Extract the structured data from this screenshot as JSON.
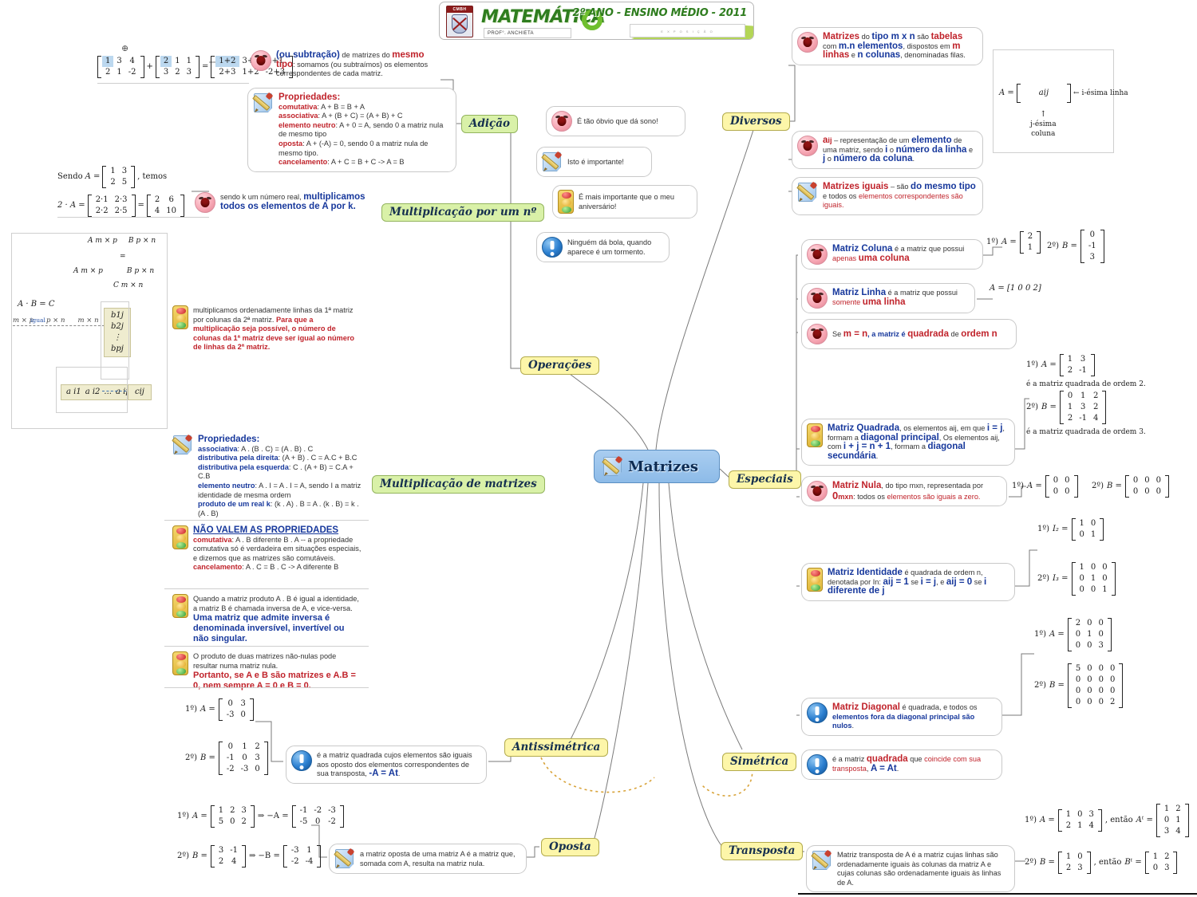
{
  "header": {
    "crest_caption": "CMBH",
    "subject": "MATEMÁTICA",
    "professor": "PROF°. ANCHIETA",
    "course": "2º ANO - ENSINO MÉDIO - 2011",
    "slot_caption": "E X P O S I Ç Ã O"
  },
  "central": {
    "title": "Matrizes",
    "icon": "pencil-note-icon"
  },
  "branches": {
    "adicao": "Adição",
    "multiplicacao_numero": "Multiplicação por um nº",
    "multiplicacao_matrizes": "Multiplicação de matrizes",
    "operacoes": "Operações",
    "diversos": "Diversos",
    "especiais": "Especiais",
    "antissimetrica": "Antissimétrica",
    "simetrica": "Simétrica",
    "oposta": "Oposta",
    "transposta": "Transposta"
  },
  "legend": [
    {
      "icon": "yawning-face-icon",
      "text": "É tão óbvio que dá sono!"
    },
    {
      "icon": "pencil-note-icon",
      "text": "Isto é importante!"
    },
    {
      "icon": "traffic-light-icon",
      "text": "É mais importante que o meu aniversário!"
    },
    {
      "icon": "exclamation-icon",
      "text": "Ninguém dá bola, quando aparece é um tormento."
    }
  ],
  "diversos": {
    "note_tabelas": {
      "icon": "yawning-face-icon",
      "parts": [
        {
          "t": "Matrizes",
          "s": "rb big"
        },
        {
          "t": " do ",
          "s": ""
        },
        {
          "t": "tipo m x n",
          "s": "bb big"
        },
        {
          "t": " são ",
          "s": ""
        },
        {
          "t": "tabelas",
          "s": "rb big"
        },
        {
          "t": " com ",
          "s": ""
        },
        {
          "t": "m.n elementos",
          "s": "bb big"
        },
        {
          "t": ", dispostos em ",
          "s": ""
        },
        {
          "t": "m linhas",
          "s": "rb big"
        },
        {
          "t": " e ",
          "s": ""
        },
        {
          "t": "n colunas",
          "s": "bb big"
        },
        {
          "t": ", denominadas filas.",
          "s": ""
        }
      ]
    },
    "note_aij": {
      "icon": "yawning-face-icon",
      "parts": [
        {
          "t": "a",
          "s": "rb big"
        },
        {
          "t": "ij",
          "s": "rb"
        },
        {
          "t": " – representação de um ",
          "s": ""
        },
        {
          "t": "elemento",
          "s": "bb big"
        },
        {
          "t": " de uma matriz, sendo ",
          "s": ""
        },
        {
          "t": "i",
          "s": "bb big"
        },
        {
          "t": " o ",
          "s": ""
        },
        {
          "t": "número da linha",
          "s": "bb big"
        },
        {
          "t": " e ",
          "s": ""
        },
        {
          "t": "j",
          "s": "bb big"
        },
        {
          "t": " o ",
          "s": ""
        },
        {
          "t": "número da coluna",
          "s": "bb big"
        },
        {
          "t": ".",
          "s": ""
        }
      ]
    },
    "note_iguais": {
      "icon": "pencil-note-icon",
      "parts": [
        {
          "t": "Matrizes iguais",
          "s": "rb big"
        },
        {
          "t": " – são ",
          "s": ""
        },
        {
          "t": "do mesmo tipo",
          "s": "bb big"
        },
        {
          "t": " e todos os ",
          "s": ""
        },
        {
          "t": "elementos correspondentes são iguais.",
          "s": "rr"
        }
      ]
    },
    "diagram": {
      "lhs": "A =",
      "cell": "aij",
      "row_label": "← i-ésima linha",
      "col_arrow": "↑",
      "col_label_1": "j-ésima",
      "col_label_2": "coluna"
    }
  },
  "adicao": {
    "example": {
      "plus_marker": "⊕",
      "m1": [
        [
          "1",
          "3",
          "4"
        ],
        [
          "2",
          "1",
          "-2"
        ]
      ],
      "op": "+",
      "m2": [
        [
          "2",
          "1",
          "1"
        ],
        [
          "3",
          "2",
          "3"
        ]
      ],
      "eq": "=",
      "m3": [
        [
          "1+2",
          "3+1",
          "4+1"
        ],
        [
          "2+3",
          "1+2",
          "-2+3"
        ]
      ]
    },
    "note_sub": {
      "icon": "yawning-face-icon",
      "parts": [
        {
          "t": "(ou subtração)",
          "s": "bb big"
        },
        {
          "t": " de matrizes do ",
          "s": ""
        },
        {
          "t": "mesmo tipo",
          "s": "rb big"
        },
        {
          "t": ": somamos (ou subtraímos) os elementos correspondentes  de cada matriz.",
          "s": ""
        }
      ]
    },
    "note_props": {
      "icon": "pencil-note-icon",
      "title": "Propriedades:",
      "items": [
        {
          "k": "comutativa",
          "v": ": A + B = B + A"
        },
        {
          "k": "associativa",
          "v": ": A + (B + C) = (A + B) + C"
        },
        {
          "k": "elemento neutro",
          "v": ": A + 0 = A, sendo 0 a matriz nula de mesmo tipo"
        },
        {
          "k": "oposta",
          "v": ": A + (-A) = 0, sendo 0 a matriz nula de mesmo tipo."
        },
        {
          "k": "cancelamento",
          "v": ": A + C = B + C -> A = B"
        }
      ]
    }
  },
  "mult_numero": {
    "example": {
      "line1_prefix": "Sendo",
      "line1_A": "A =",
      "A": [
        [
          "1",
          "3"
        ],
        [
          "2",
          "5"
        ]
      ],
      "line1_suffix": ", temos",
      "line2_lhs": "2 · A =",
      "mid": [
        [
          "2·1",
          "2·3"
        ],
        [
          "2·2",
          "2·5"
        ]
      ],
      "eq": "=",
      "res": [
        [
          "2",
          "6"
        ],
        [
          "4",
          "10"
        ]
      ]
    },
    "note": {
      "icon": "yawning-face-icon",
      "parts": [
        {
          "t": "sendo k um número real, ",
          "s": ""
        },
        {
          "t": "multiplicamos todos os elementos de A por k.",
          "s": "bb big"
        }
      ]
    }
  },
  "mult_matrizes": {
    "diagram": {
      "top_left": "A m × p",
      "top_right": "B p × n",
      "equals": "=",
      "mid_left": "A m × p",
      "mid_right": "B p × n",
      "result": "C m × n",
      "product_line": "A  ·  B  =  C",
      "dims": [
        "m × p",
        "p × n",
        "m × n"
      ],
      "igual": "igual",
      "col_items": [
        "b1j",
        "b2j",
        "⋮",
        "bpj"
      ],
      "row_items": [
        "a i1",
        "a i2",
        "...",
        "a ip"
      ],
      "cij": "cij"
    },
    "note_regra": {
      "icon": "traffic-light-icon",
      "parts": [
        {
          "t": "multiplicamos ordenadamente linhas da 1ª matriz por colunas da 2ª matriz. ",
          "s": ""
        },
        {
          "t": "Para que a multiplicação seja possível, o número de colunas da 1ª matriz deve ser igual ao número de linhas da 2ª matriz.",
          "s": "rb"
        }
      ]
    },
    "note_props": {
      "icon": "pencil-note-icon",
      "title": "Propriedades:",
      "items": [
        {
          "k": "associativa",
          "v": ": A . (B . C) = (A . B) . C"
        },
        {
          "k": "distributiva pela direita",
          "v": ": (A + B) . C = A.C + B.C"
        },
        {
          "k": "distributiva pela esquerda",
          "v": ": C . (A + B) = C.A + C.B"
        },
        {
          "k": "elemento neutro",
          "v": ": A . I = A . I = A, sendo I a matriz identidade de mesma ordem"
        },
        {
          "k": "produto de um real k",
          "v": ": (k . A) . B = A . (k . B) = k . (A . B)"
        }
      ]
    },
    "note_naovalem": {
      "icon": "traffic-light-icon",
      "title": "NÃO VALEM AS PROPRIEDADES",
      "items": [
        {
          "k": "comutativa",
          "v": ": A . B diferente B . A -- a propriedade comutativa só é verdadeira em situações especiais, e dizemos que as matrizes são comutáveis."
        },
        {
          "k": "cancelamento",
          "v": ": A . C = B . C -> A diferente B"
        }
      ]
    },
    "note_inversa": {
      "icon": "traffic-light-icon",
      "plain": "Quando a matriz produto A . B é igual a identidade, a matriz B é chamada inversa de A, e vice-versa.",
      "strong": "Uma matriz que admite inversa é denominada inversível, invertível ou não singular."
    },
    "note_nula": {
      "icon": "traffic-light-icon",
      "plain": "O produto de duas matrizes não-nulas pode resultar numa matriz nula.",
      "strong": "Portanto, se A e B são matrizes e A.B = 0, nem sempre A = 0 e B = 0."
    }
  },
  "especiais": {
    "coluna": {
      "icon": "yawning-face-icon",
      "parts": [
        {
          "t": "Matriz Coluna",
          "s": "bb big"
        },
        {
          "t": " é a matriz que possui ",
          "s": ""
        },
        {
          "t": "apenas ",
          "s": "rr"
        },
        {
          "t": "uma coluna",
          "s": "rb big"
        }
      ],
      "ex1_label": "1º)",
      "ex1_lhs": "A =",
      "ex1": [
        [
          "2"
        ],
        [
          "1"
        ]
      ],
      "ex2_label": "2º)",
      "ex2_lhs": "B =",
      "ex2": [
        [
          "0"
        ],
        [
          "-1"
        ],
        [
          "3"
        ]
      ]
    },
    "linha": {
      "icon": "yawning-face-icon",
      "parts": [
        {
          "t": "Matriz Linha",
          "s": "bb big"
        },
        {
          "t": " é a matriz que possui ",
          "s": ""
        },
        {
          "t": "somente ",
          "s": "rr"
        },
        {
          "t": "uma linha",
          "s": "rb big"
        }
      ],
      "ex": "A = [1 0 0 2]"
    },
    "quadrada_def": {
      "icon": "yawning-face-icon",
      "parts": [
        {
          "t": "Se ",
          "s": ""
        },
        {
          "t": "m = n",
          "s": "rb big"
        },
        {
          "t": ", a matriz é ",
          "s": "bb"
        },
        {
          "t": "quadrada",
          "s": "rb big"
        },
        {
          "t": " de ",
          "s": ""
        },
        {
          "t": "ordem n",
          "s": "rb big"
        }
      ]
    },
    "quadrada": {
      "icon": "traffic-light-icon",
      "parts": [
        {
          "t": "Matriz Quadrada",
          "s": "bb big"
        },
        {
          "t": ", os elementos aij, em que ",
          "s": ""
        },
        {
          "t": "i = j",
          "s": "bb big"
        },
        {
          "t": ", formam a ",
          "s": ""
        },
        {
          "t": "diagonal principal",
          "s": "bb big"
        },
        {
          "t": ", Os elementos aij, com ",
          "s": ""
        },
        {
          "t": "i + j = n + 1",
          "s": "bb big"
        },
        {
          "t": ", formam a ",
          "s": ""
        },
        {
          "t": "diagonal secundária",
          "s": "bb big"
        },
        {
          "t": ".",
          "s": ""
        }
      ],
      "ex1_label": "1º)",
      "ex1_lhs": "A =",
      "ex1": [
        [
          "1",
          "3"
        ],
        [
          "2",
          "-1"
        ]
      ],
      "ex1_tail": "é a matriz quadrada de ordem 2.",
      "ex2_label": "2º)",
      "ex2_lhs": "B =",
      "ex2": [
        [
          "0",
          "1",
          "2"
        ],
        [
          "1",
          "3",
          "2"
        ],
        [
          "2",
          "-1",
          "4"
        ]
      ],
      "ex2_tail": "é a matriz quadrada de ordem 3."
    },
    "nula": {
      "icon": "yawning-face-icon",
      "parts": [
        {
          "t": "Matriz Nula",
          "s": "rb big"
        },
        {
          "t": ", do tipo mxn, representada por ",
          "s": ""
        },
        {
          "t": "0",
          "s": "rb lg"
        },
        {
          "t": "mxn",
          "s": "rb"
        },
        {
          "t": ": todos os ",
          "s": ""
        },
        {
          "t": "elementos são iguais a zero.",
          "s": "rr"
        }
      ],
      "ex1_label": "1º)",
      "ex1_lhs": "A =",
      "ex1": [
        [
          "0",
          "0"
        ],
        [
          "0",
          "0"
        ]
      ],
      "ex2_label": "2º)",
      "ex2_lhs": "B =",
      "ex2": [
        [
          "0",
          "0",
          "0"
        ],
        [
          "0",
          "0",
          "0"
        ]
      ]
    },
    "identidade": {
      "icon": "traffic-light-icon",
      "parts": [
        {
          "t": "Matriz Identidade",
          "s": "bb big"
        },
        {
          "t": " é quadrada de ordem n, denotada por In: ",
          "s": ""
        },
        {
          "t": "aij = 1",
          "s": "bb big"
        },
        {
          "t": " se ",
          "s": ""
        },
        {
          "t": "i = j",
          "s": "bb big"
        },
        {
          "t": ", e ",
          "s": ""
        },
        {
          "t": "aij = 0",
          "s": "bb big"
        },
        {
          "t": " se ",
          "s": ""
        },
        {
          "t": "i diferente de j",
          "s": "bb big"
        }
      ],
      "ex1_label": "1º)",
      "ex1_lhs": "I₂ =",
      "ex1": [
        [
          "1",
          "0"
        ],
        [
          "0",
          "1"
        ]
      ],
      "ex2_label": "2º)",
      "ex2_lhs": "I₃ =",
      "ex2": [
        [
          "1",
          "0",
          "0"
        ],
        [
          "0",
          "1",
          "0"
        ],
        [
          "0",
          "0",
          "1"
        ]
      ]
    },
    "diagonal": {
      "icon": "exclamation-icon",
      "parts": [
        {
          "t": "Matriz Diagonal",
          "s": "rb big"
        },
        {
          "t": " é quadrada, e todos os ",
          "s": ""
        },
        {
          "t": "elementos fora da diagonal principal são nulos",
          "s": "bb"
        },
        {
          "t": ".",
          "s": ""
        }
      ],
      "ex1_label": "1º)",
      "ex1_lhs": "A =",
      "ex1": [
        [
          "2",
          "0",
          "0"
        ],
        [
          "0",
          "1",
          "0"
        ],
        [
          "0",
          "0",
          "3"
        ]
      ],
      "ex2_label": "2º)",
      "ex2_lhs": "B =",
      "ex2": [
        [
          "5",
          "0",
          "0",
          "0"
        ],
        [
          "0",
          "0",
          "0",
          "0"
        ],
        [
          "0",
          "0",
          "0",
          "0"
        ],
        [
          "0",
          "0",
          "0",
          "2"
        ]
      ]
    }
  },
  "antissimetrica": {
    "note": {
      "icon": "exclamation-icon",
      "parts": [
        {
          "t": "é a matriz quadrada cujos elementos são iguais aos oposto dos elementos correspondentes de sua transposta, ",
          "s": ""
        },
        {
          "t": "-A = At",
          "s": "bb big"
        },
        {
          "t": ".",
          "s": ""
        }
      ]
    },
    "ex1_label": "1º)",
    "ex1_lhs": "A =",
    "ex1": [
      [
        "0",
        "3"
      ],
      [
        "-3",
        "0"
      ]
    ],
    "ex2_label": "2º)",
    "ex2_lhs": "B =",
    "ex2": [
      [
        "0",
        "1",
        "2"
      ],
      [
        "-1",
        "0",
        "3"
      ],
      [
        "-2",
        "-3",
        "0"
      ]
    ]
  },
  "simetrica": {
    "note": {
      "icon": "exclamation-icon",
      "parts": [
        {
          "t": "é a matriz ",
          "s": ""
        },
        {
          "t": "quadrada",
          "s": "rb big"
        },
        {
          "t": " que ",
          "s": ""
        },
        {
          "t": "coincide com sua transposta",
          "s": "rr"
        },
        {
          "t": ", ",
          "s": ""
        },
        {
          "t": "A = At",
          "s": "bb big"
        },
        {
          "t": ".",
          "s": ""
        }
      ]
    }
  },
  "oposta": {
    "note": {
      "icon": "pencil-note-icon",
      "text": "a matriz oposta de uma matriz A é a matriz que, somada com A, resulta na matriz nula."
    },
    "ex1_label": "1º)",
    "ex1_lhs": "A =",
    "ex1": [
      [
        "1",
        "2",
        "3"
      ],
      [
        "5",
        "0",
        "2"
      ]
    ],
    "ex1_mid": "⇒ −A =",
    "ex1_res": [
      [
        "-1",
        "-2",
        "-3"
      ],
      [
        "-5",
        "0",
        "-2"
      ]
    ],
    "ex2_label": "2º)",
    "ex2_lhs": "B =",
    "ex2": [
      [
        "3",
        "-1"
      ],
      [
        "2",
        "4"
      ]
    ],
    "ex2_mid": "⇒ −B =",
    "ex2_res": [
      [
        "-3",
        "1"
      ],
      [
        "-2",
        "-4"
      ]
    ]
  },
  "transposta": {
    "note": {
      "icon": "pencil-note-icon",
      "text": "Matriz transposta de A é a matriz cujas linhas são ordenadamente iguais às colunas da matriz A e cujas colunas são ordenadamente iguais às linhas de A."
    },
    "ex1_label": "1º)",
    "ex1_lhs": "A =",
    "ex1": [
      [
        "1",
        "0",
        "3"
      ],
      [
        "2",
        "1",
        "4"
      ]
    ],
    "ex1_mid": ", então",
    "ex1_rhs": "Aᵗ =",
    "ex1_res": [
      [
        "1",
        "2"
      ],
      [
        "0",
        "1"
      ],
      [
        "3",
        "4"
      ]
    ],
    "ex2_label": "2º)",
    "ex2_lhs": "B =",
    "ex2": [
      [
        "1",
        "0"
      ],
      [
        "2",
        "3"
      ]
    ],
    "ex2_mid": ", então",
    "ex2_rhs": "Bᵗ =",
    "ex2_res": [
      [
        "1",
        "2"
      ],
      [
        "0",
        "3"
      ]
    ]
  },
  "colors": {
    "central_fill": "#9cc6ee",
    "branch_yellow": "#fdf6a9",
    "branch_green": "#d9f1a8",
    "accent_red": "#c0232b",
    "accent_blue": "#17389c",
    "banner_green": "#2f7d1f"
  }
}
